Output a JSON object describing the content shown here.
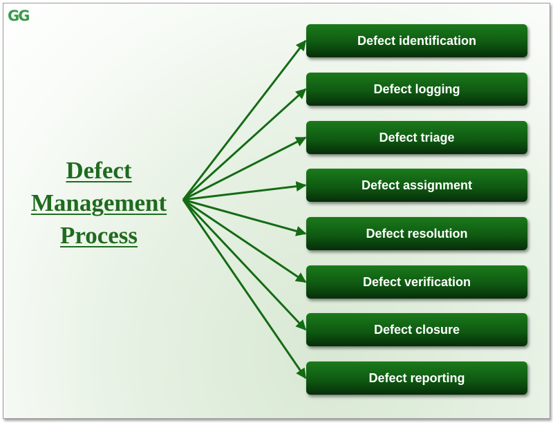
{
  "logo": {
    "text": "GG"
  },
  "title": {
    "line1": "Defect",
    "line2": "Management",
    "line3": "Process"
  },
  "steps": [
    "Defect identification",
    "Defect logging",
    "Defect triage",
    "Defect assignment",
    "Defect resolution",
    "Defect verification",
    "Defect closure",
    "Defect reporting"
  ],
  "colors": {
    "box_gradient_top": "#1b7a1b",
    "box_gradient_bottom": "#062e09",
    "arrow": "#146b14",
    "title": "#1f6b1f",
    "logo": "#3a9a4a"
  }
}
